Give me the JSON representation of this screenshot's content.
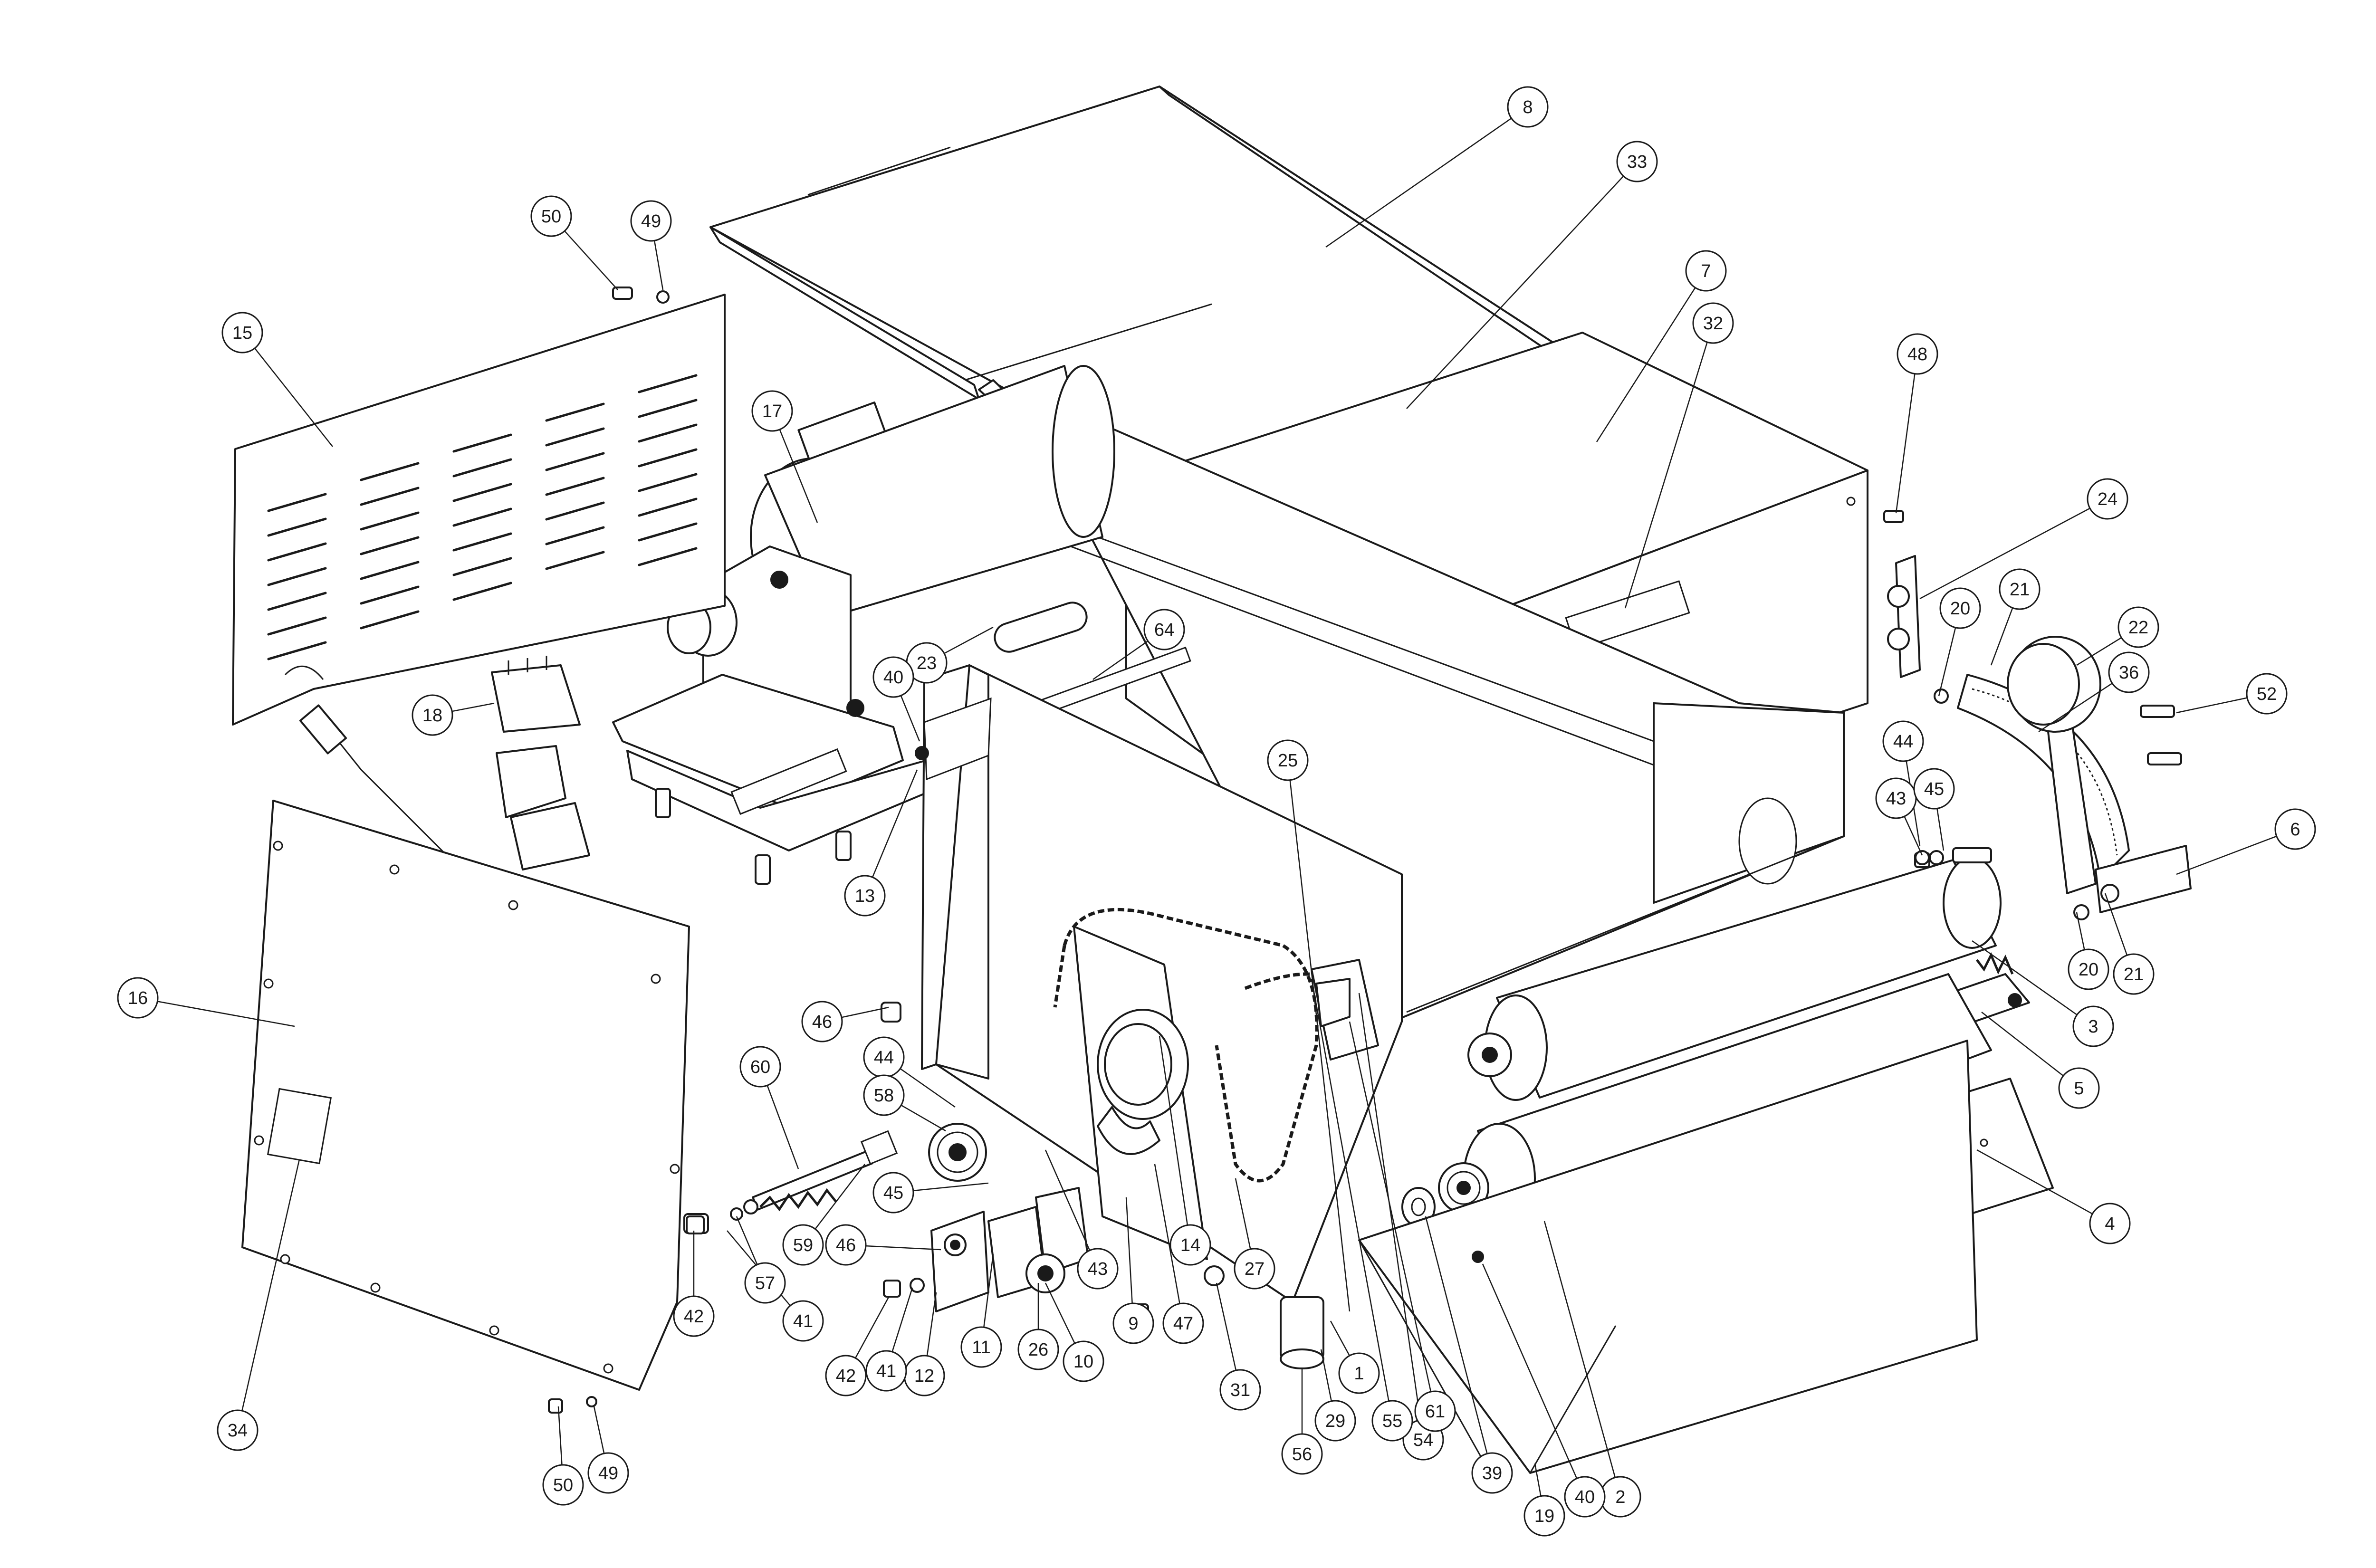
{
  "callouts": [
    {
      "id": "c-1",
      "label": "1"
    },
    {
      "id": "c-2",
      "label": "2"
    },
    {
      "id": "c-3",
      "label": "3"
    },
    {
      "id": "c-4",
      "label": "4"
    },
    {
      "id": "c-5",
      "label": "5"
    },
    {
      "id": "c-6",
      "label": "6"
    },
    {
      "id": "c-7",
      "label": "7"
    },
    {
      "id": "c-8",
      "label": "8"
    },
    {
      "id": "c-9",
      "label": "9"
    },
    {
      "id": "c-10",
      "label": "10"
    },
    {
      "id": "c-11",
      "label": "11"
    },
    {
      "id": "c-12",
      "label": "12"
    },
    {
      "id": "c-13",
      "label": "13"
    },
    {
      "id": "c-14",
      "label": "14"
    },
    {
      "id": "c-15",
      "label": "15"
    },
    {
      "id": "c-16",
      "label": "16"
    },
    {
      "id": "c-17",
      "label": "17"
    },
    {
      "id": "c-18",
      "label": "18"
    },
    {
      "id": "c-19",
      "label": "19"
    },
    {
      "id": "c-20a",
      "label": "20"
    },
    {
      "id": "c-20b",
      "label": "20"
    },
    {
      "id": "c-21a",
      "label": "21"
    },
    {
      "id": "c-21b",
      "label": "21"
    },
    {
      "id": "c-22",
      "label": "22"
    },
    {
      "id": "c-23",
      "label": "23"
    },
    {
      "id": "c-24",
      "label": "24"
    },
    {
      "id": "c-25",
      "label": "25"
    },
    {
      "id": "c-26",
      "label": "26"
    },
    {
      "id": "c-27",
      "label": "27"
    },
    {
      "id": "c-29",
      "label": "29"
    },
    {
      "id": "c-31",
      "label": "31"
    },
    {
      "id": "c-32",
      "label": "32"
    },
    {
      "id": "c-33",
      "label": "33"
    },
    {
      "id": "c-34",
      "label": "34"
    },
    {
      "id": "c-36",
      "label": "36"
    },
    {
      "id": "c-39",
      "label": "39"
    },
    {
      "id": "c-40a",
      "label": "40"
    },
    {
      "id": "c-40b",
      "label": "40"
    },
    {
      "id": "c-41a",
      "label": "41"
    },
    {
      "id": "c-41b",
      "label": "41"
    },
    {
      "id": "c-42a",
      "label": "42"
    },
    {
      "id": "c-42b",
      "label": "42"
    },
    {
      "id": "c-43a",
      "label": "43"
    },
    {
      "id": "c-43b",
      "label": "43"
    },
    {
      "id": "c-44a",
      "label": "44"
    },
    {
      "id": "c-44b",
      "label": "44"
    },
    {
      "id": "c-45a",
      "label": "45"
    },
    {
      "id": "c-45b",
      "label": "45"
    },
    {
      "id": "c-46a",
      "label": "46"
    },
    {
      "id": "c-46b",
      "label": "46"
    },
    {
      "id": "c-47",
      "label": "47"
    },
    {
      "id": "c-48",
      "label": "48"
    },
    {
      "id": "c-49a",
      "label": "49"
    },
    {
      "id": "c-49b",
      "label": "49"
    },
    {
      "id": "c-50a",
      "label": "50"
    },
    {
      "id": "c-50b",
      "label": "50"
    },
    {
      "id": "c-52",
      "label": "52"
    },
    {
      "id": "c-54",
      "label": "54"
    },
    {
      "id": "c-55",
      "label": "55"
    },
    {
      "id": "c-56",
      "label": "56"
    },
    {
      "id": "c-57",
      "label": "57"
    },
    {
      "id": "c-58",
      "label": "58"
    },
    {
      "id": "c-59",
      "label": "59"
    },
    {
      "id": "c-60",
      "label": "60"
    },
    {
      "id": "c-61",
      "label": "61"
    },
    {
      "id": "c-64",
      "label": "64"
    }
  ]
}
